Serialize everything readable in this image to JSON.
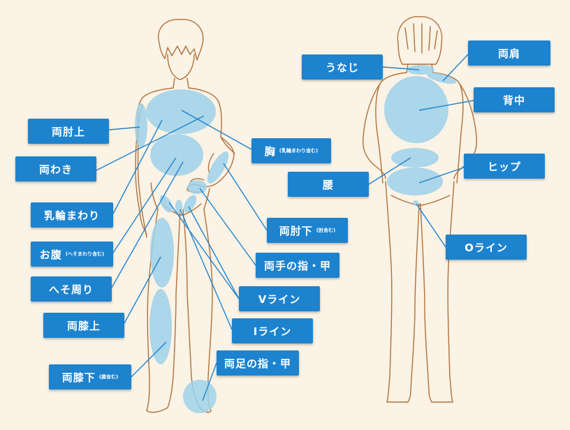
{
  "colors": {
    "background": "#fbf3e6",
    "label_fill": "#1d83cf",
    "label_text": "#ffffff",
    "zone_fill": "#9fd2ea",
    "outline": "#b0703a",
    "leader_line": "#1d83cf"
  },
  "front_labels": {
    "ryohiji_ue": {
      "text": "両肘上",
      "note": ""
    },
    "ryowaki": {
      "text": "両わき",
      "note": ""
    },
    "nyurin": {
      "text": "乳輪まわり",
      "note": ""
    },
    "onaka": {
      "text": "お腹",
      "note": "(へそまわり含む)"
    },
    "hesomawari": {
      "text": "へそ周り",
      "note": ""
    },
    "ryohiza_ue": {
      "text": "両膝上",
      "note": ""
    },
    "ryohiza_shita": {
      "text": "両膝下",
      "note": "(膝含む)"
    },
    "mune": {
      "text": "胸",
      "note": "(乳輪まわり含む)"
    },
    "ryohiji_shita": {
      "text": "両肘下",
      "note": "(肘含む)"
    },
    "ryote": {
      "text": "両手の指・甲",
      "note": ""
    },
    "v_line": {
      "text": "Vライン",
      "note": ""
    },
    "i_line": {
      "text": "Iライン",
      "note": ""
    },
    "ryoashi": {
      "text": "両足の指・甲",
      "note": ""
    }
  },
  "back_labels": {
    "unaji": {
      "text": "うなじ",
      "note": ""
    },
    "ryokata": {
      "text": "両肩",
      "note": ""
    },
    "senaka": {
      "text": "背中",
      "note": ""
    },
    "koshi": {
      "text": "腰",
      "note": ""
    },
    "hip": {
      "text": "ヒップ",
      "note": ""
    },
    "o_line": {
      "text": "Oライン",
      "note": ""
    }
  }
}
